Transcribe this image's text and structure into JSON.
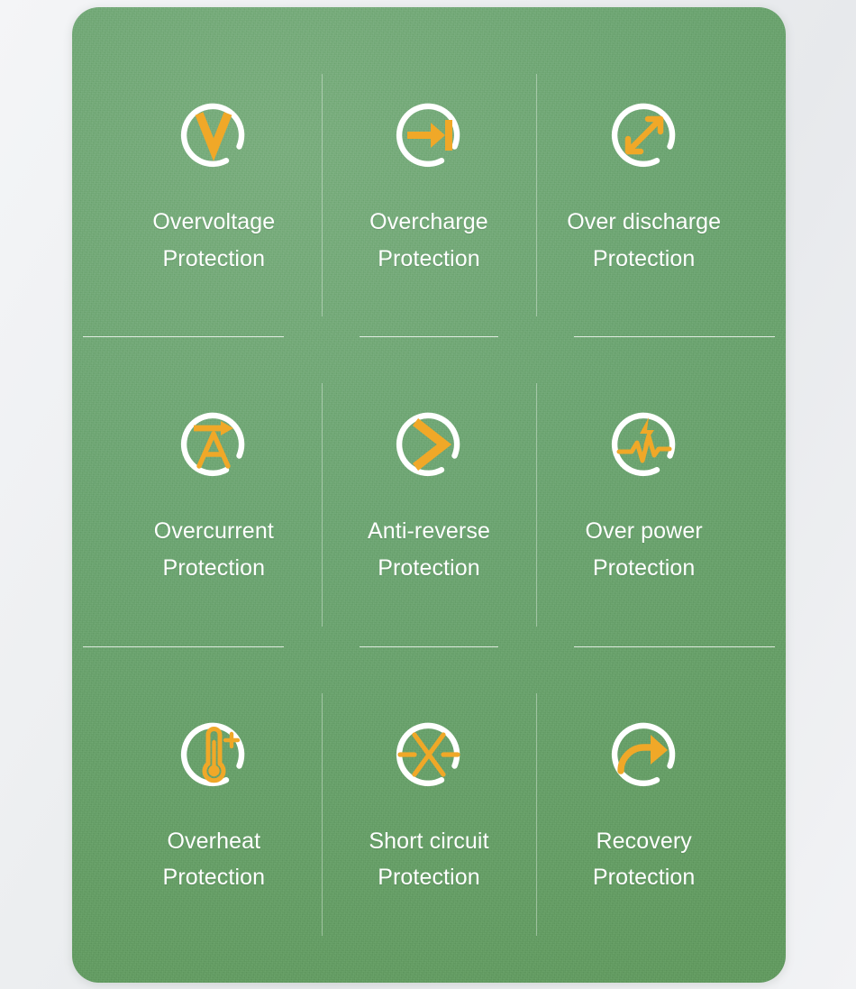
{
  "card": {
    "background_color": "#6ca471",
    "accent_color": "#f0a828",
    "text_color": "#ffffff",
    "page_background_color": "#eef0f2"
  },
  "features": [
    {
      "icon": "voltage-v-circle-icon",
      "title": "Overvoltage",
      "subtitle": "Protection",
      "label": "Overvoltage Protection"
    },
    {
      "icon": "arrow-to-bar-circle-icon",
      "title": "Overcharge",
      "subtitle": "Protection",
      "label": "Overcharge Protection"
    },
    {
      "icon": "double-diagonal-arrow-circle-icon",
      "title": "Over discharge",
      "subtitle": "Protection",
      "label": "Over discharge Protection"
    },
    {
      "icon": "ampere-arrow-circle-icon",
      "title": "Overcurrent",
      "subtitle": "Protection",
      "label": "Overcurrent Protection"
    },
    {
      "icon": "chevron-right-circle-icon",
      "title": "Anti-reverse",
      "subtitle": "Protection",
      "label": "Anti-reverse Protection"
    },
    {
      "icon": "waveform-bolt-circle-icon",
      "title": "Over power",
      "subtitle": "Protection",
      "label": "Over power Protection"
    },
    {
      "icon": "thermometer-plus-circle-icon",
      "title": "Overheat",
      "subtitle": "Protection",
      "label": "Overheat Protection"
    },
    {
      "icon": "cross-circuit-circle-icon",
      "title": "Short circuit",
      "subtitle": "Protection",
      "label": "Short circuit Protection"
    },
    {
      "icon": "curved-arrow-circle-icon",
      "title": "Recovery",
      "subtitle": "Protection",
      "label": "Recovery Protection"
    }
  ]
}
